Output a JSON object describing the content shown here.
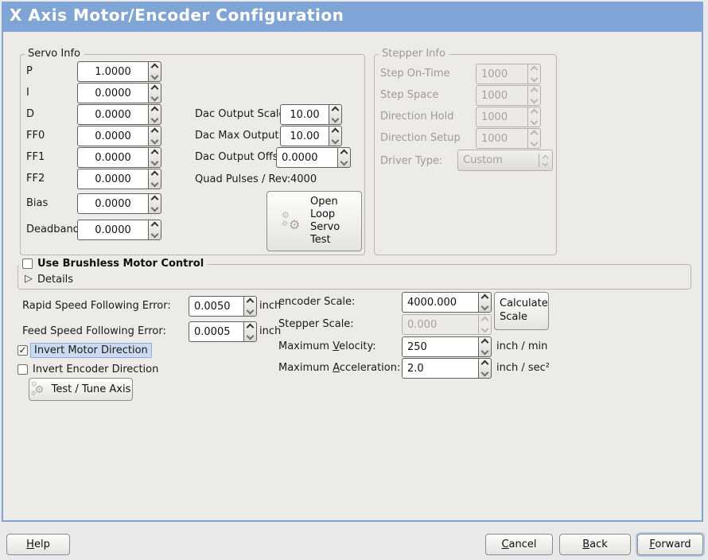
{
  "window": {
    "title": "X Axis Motor/Encoder Configuration"
  },
  "icons": {
    "checkmark": "✓",
    "expander": "▷",
    "gear": "⚙"
  },
  "colors": {
    "titlebar": "#7FA5D6",
    "content_border": "#7CA3D5",
    "focus_highlight": "#CBDAF1"
  },
  "servo": {
    "frame_label": "Servo Info",
    "fields": [
      {
        "label": "P",
        "value": "1.0000"
      },
      {
        "label": "I",
        "value": "0.0000"
      },
      {
        "label": "D",
        "value": "0.0000"
      },
      {
        "label": "FF0",
        "value": "0.0000"
      },
      {
        "label": "FF1",
        "value": "0.0000"
      },
      {
        "label": "FF2",
        "value": "0.0000"
      },
      {
        "label": "Bias",
        "value": "0.0000"
      },
      {
        "label": "Deadband",
        "value": "0.0000"
      }
    ],
    "dac": [
      {
        "label": "Dac Output Scale:",
        "value": "10.00"
      },
      {
        "label": "Dac Max Output:",
        "value": "10.00"
      },
      {
        "label": "Dac Output Offset:",
        "value": "0.0000"
      }
    ],
    "quad": {
      "label": "Quad Pulses / Rev:",
      "value": "4000"
    },
    "open_loop_button": "Open Loop Servo Test"
  },
  "stepper": {
    "frame_label": "Stepper Info",
    "fields": [
      {
        "label": "Step On-Time",
        "value": "1000"
      },
      {
        "label": "Step Space",
        "value": "1000"
      },
      {
        "label": "Direction Hold",
        "value": "1000"
      },
      {
        "label": "Direction Setup",
        "value": "1000"
      }
    ],
    "driver": {
      "label": "Driver Type:",
      "value": "Custom"
    }
  },
  "brushless": {
    "checkbox_label": "Use Brushless Motor Control",
    "details_label": "Details"
  },
  "following_errors": [
    {
      "label": "Rapid Speed Following Error:",
      "value": "0.0050",
      "unit": "inch"
    },
    {
      "label": "Feed Speed Following Error:",
      "value": "0.0005",
      "unit": "inch"
    }
  ],
  "invert": {
    "motor_label": "Invert Motor Direction",
    "encoder_label": "Invert Encoder Direction"
  },
  "test_tune_button": "Test / Tune Axis",
  "scales": {
    "encoder_label": "encoder Scale:",
    "encoder_value": "4000.000",
    "stepper_label": "Stepper Scale:",
    "stepper_value": "0.000",
    "calc_button": "Calculate Scale",
    "velocity": {
      "pre": "Maximum ",
      "key": "V",
      "post": "elocity:",
      "value": "250",
      "unit": "inch / min"
    },
    "accel": {
      "pre": "Maximum ",
      "key": "A",
      "post": "cceleration:",
      "value": "2.0",
      "unit": "inch / sec²"
    }
  },
  "footer": {
    "help": {
      "key": "H",
      "post": "elp"
    },
    "cancel": {
      "key": "C",
      "post": "ancel"
    },
    "back": {
      "key": "B",
      "post": "ack"
    },
    "forward": {
      "key": "F",
      "post": "orward"
    }
  }
}
